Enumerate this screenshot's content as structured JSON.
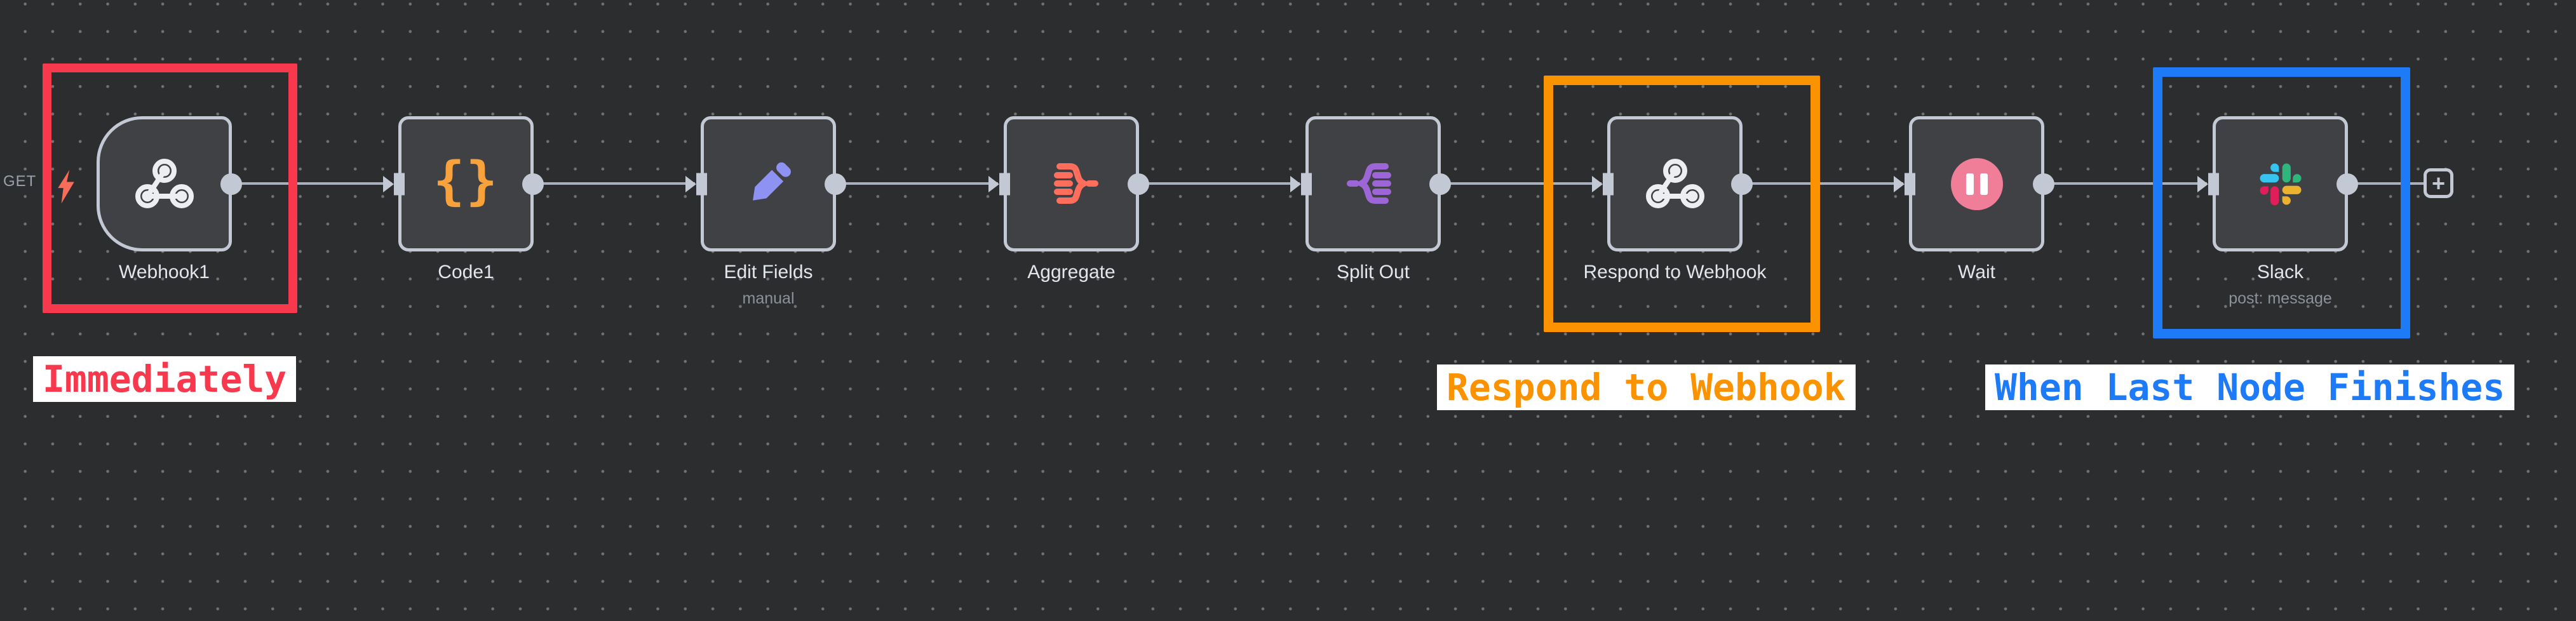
{
  "app": {
    "name": "n8n workflow canvas"
  },
  "nodes": [
    {
      "label": "Webhook1",
      "type": "trigger",
      "icon": "webhook-icon",
      "output_label": "GET"
    },
    {
      "label": "Code1",
      "type": "action",
      "icon": "code-braces-icon",
      "icon_glyph": "{}"
    },
    {
      "label": "Edit Fields",
      "subtitle": "manual",
      "type": "action",
      "icon": "pencil-icon"
    },
    {
      "label": "Aggregate",
      "type": "action",
      "icon": "aggregate-icon"
    },
    {
      "label": "Split Out",
      "type": "action",
      "icon": "split-out-icon"
    },
    {
      "label": "Respond to Webhook",
      "type": "action",
      "icon": "webhook-icon"
    },
    {
      "label": "Wait",
      "type": "action",
      "icon": "pause-icon"
    },
    {
      "label": "Slack",
      "subtitle": "post: message",
      "type": "action",
      "icon": "slack-icon"
    }
  ],
  "annotations": [
    {
      "text": "Immediately",
      "color": "#f8394d",
      "attached_to": "Webhook1"
    },
    {
      "text": "Respond to Webhook",
      "color": "#fb9200",
      "attached_to": "Respond to Webhook"
    },
    {
      "text": "When Last Node Finishes",
      "color": "#1e7bf7",
      "attached_to": "Slack"
    }
  ],
  "highlights": [
    {
      "around": "Webhook1",
      "color": "#f8394d"
    },
    {
      "around": "Respond to Webhook",
      "color": "#fb9200"
    },
    {
      "around": "Slack",
      "color": "#1e7bf7"
    }
  ],
  "add_button": {
    "glyph": "+"
  },
  "colors": {
    "canvas_bg": "#2c2d2f",
    "grid_dot": "#717276",
    "node_fill": "#404145",
    "node_border": "#c3c9d4",
    "connection": "#aab0bd",
    "bolt_icon": "#f96c59",
    "code_icon": "#f9a13a",
    "pencil_icon": "#8e93f3",
    "aggregate_icon": "#ff6e5c",
    "split_out_icon": "#9d66d6",
    "wait_icon": "#f17e98",
    "slack_blue": "#36c5f0",
    "slack_green": "#2eb67d",
    "slack_yellow": "#ecb22e",
    "slack_red": "#e01e5a"
  }
}
